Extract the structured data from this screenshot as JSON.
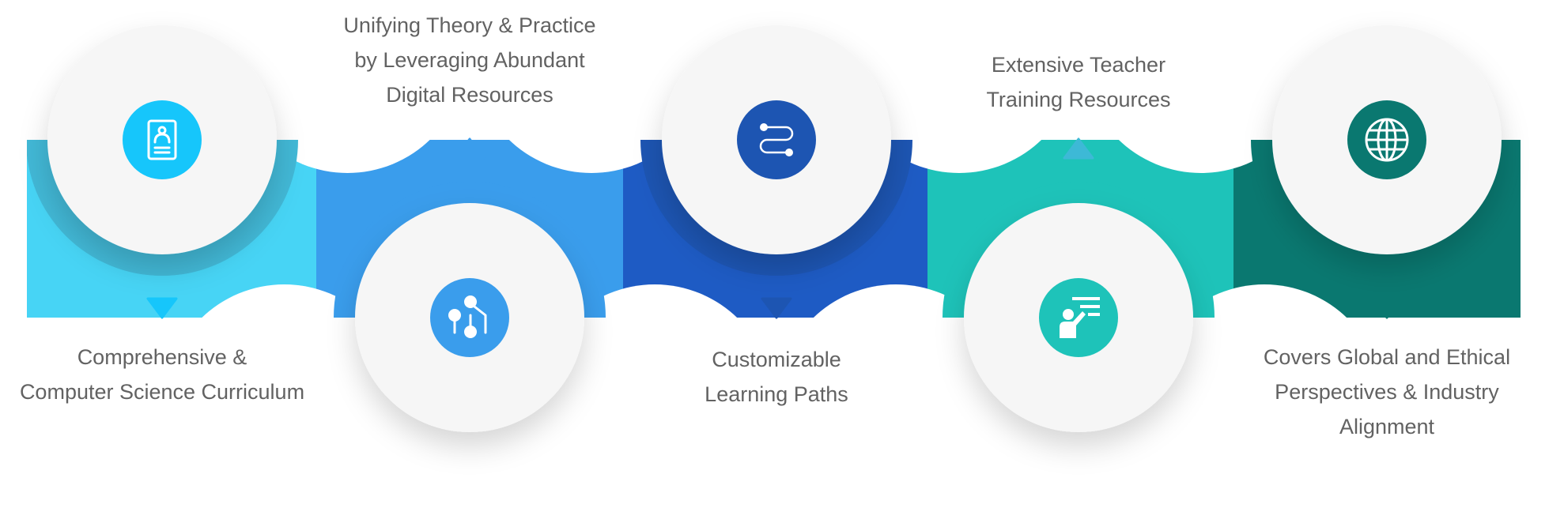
{
  "diagram": {
    "type": "wavy-process-infographic",
    "steps": [
      {
        "id": 1,
        "position": "top",
        "icon": "id-card-icon",
        "color": "#16C6FB",
        "ring_color": "#42B8D6",
        "label_lines": [
          "Comprehensive &",
          "Computer Science Curriculum"
        ],
        "label_side": "bottom",
        "pointer": "down"
      },
      {
        "id": 2,
        "position": "bottom",
        "icon": "circuit-nodes-icon",
        "color": "#3A9DEC",
        "ring_color": "#3A9DEC",
        "label_lines": [
          "Unifying Theory & Practice",
          "by Leveraging Abundant",
          "Digital Resources"
        ],
        "label_side": "top",
        "pointer": "up"
      },
      {
        "id": 3,
        "position": "top",
        "icon": "path-route-icon",
        "color": "#1D55B2",
        "ring_color": "#1D55B2",
        "label_lines": [
          "Customizable",
          "Learning Paths"
        ],
        "label_side": "bottom",
        "pointer": "down"
      },
      {
        "id": 4,
        "position": "bottom",
        "icon": "teacher-presentation-icon",
        "color": "#1EC3B9",
        "ring_color": "#1EC3B9",
        "label_lines": [
          "Extensive Teacher",
          "Training Resources"
        ],
        "label_side": "top",
        "pointer": "up",
        "pointer_color": "#3DB9D6"
      },
      {
        "id": 5,
        "position": "top",
        "icon": "globe-icon",
        "color": "#0A7870",
        "ring_color": "#0A7870",
        "label_lines": [
          "Covers Global and Ethical",
          "Perspectives & Industry",
          "Alignment"
        ],
        "label_side": "bottom",
        "pointer": "down"
      }
    ],
    "band_colors": [
      "#47D4F5",
      "#3A9DEC",
      "#1E5BC4",
      "#1EC3B9",
      "#0A7870"
    ],
    "disc_color": "#F6F6F6",
    "text_color": "#626262"
  }
}
